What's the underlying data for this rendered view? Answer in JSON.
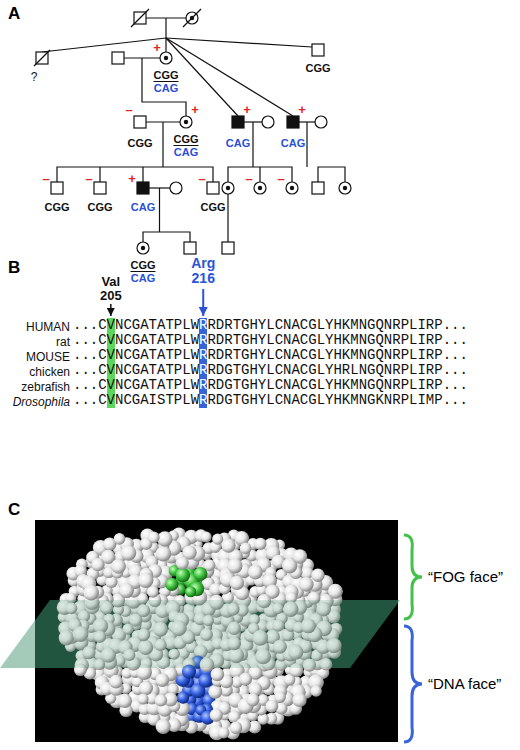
{
  "diagram": {
    "labels": [
      "A",
      "+",
      "?",
      "CGG",
      "CGG",
      "CAG",
      "–",
      "+",
      "+",
      "+",
      "CGG",
      "CGG",
      "CAG",
      "CAG",
      "CAG",
      "–",
      "–",
      "+",
      "–",
      "–",
      "–",
      "CGG",
      "CGG",
      "CAG",
      "CGG",
      "CGG",
      "CAG",
      "B",
      "Val",
      "205",
      "Arg",
      "216",
      "HUMAN",
      "...C",
      "V",
      "NCGATATPLW",
      "R",
      "RDRTGHYLCNACGLYHKMNGQNRPLIRP...",
      "rat",
      "...C",
      "V",
      "NCGATATPLW",
      "R",
      "RDRTGHYLCNACGLYHKMNGQNRPLIRP...",
      "MOUSE",
      "...C",
      "V",
      "NCGATATPLW",
      "R",
      "RDRTGHYLCNACGLYHKMNGQNRPLIRP...",
      "chicken",
      "...C",
      "V",
      "NCGATATPLW",
      "R",
      "RDGTGHYLCNACGLYHRLNGQNRPLIRP...",
      "zebrafish",
      "...C",
      "V",
      "NCGATATPLW",
      "R",
      "RDGTGHYLCNACGLYHKMNGQNRPLIRP...",
      "Drosophila",
      "...C",
      "V",
      "NCGAISTPLW",
      "R",
      "RDGTGHYLCNACGLYHKMNGKNRPLIMP...",
      "C",
      "“FOG face”",
      "“DNA face”"
    ]
  }
}
